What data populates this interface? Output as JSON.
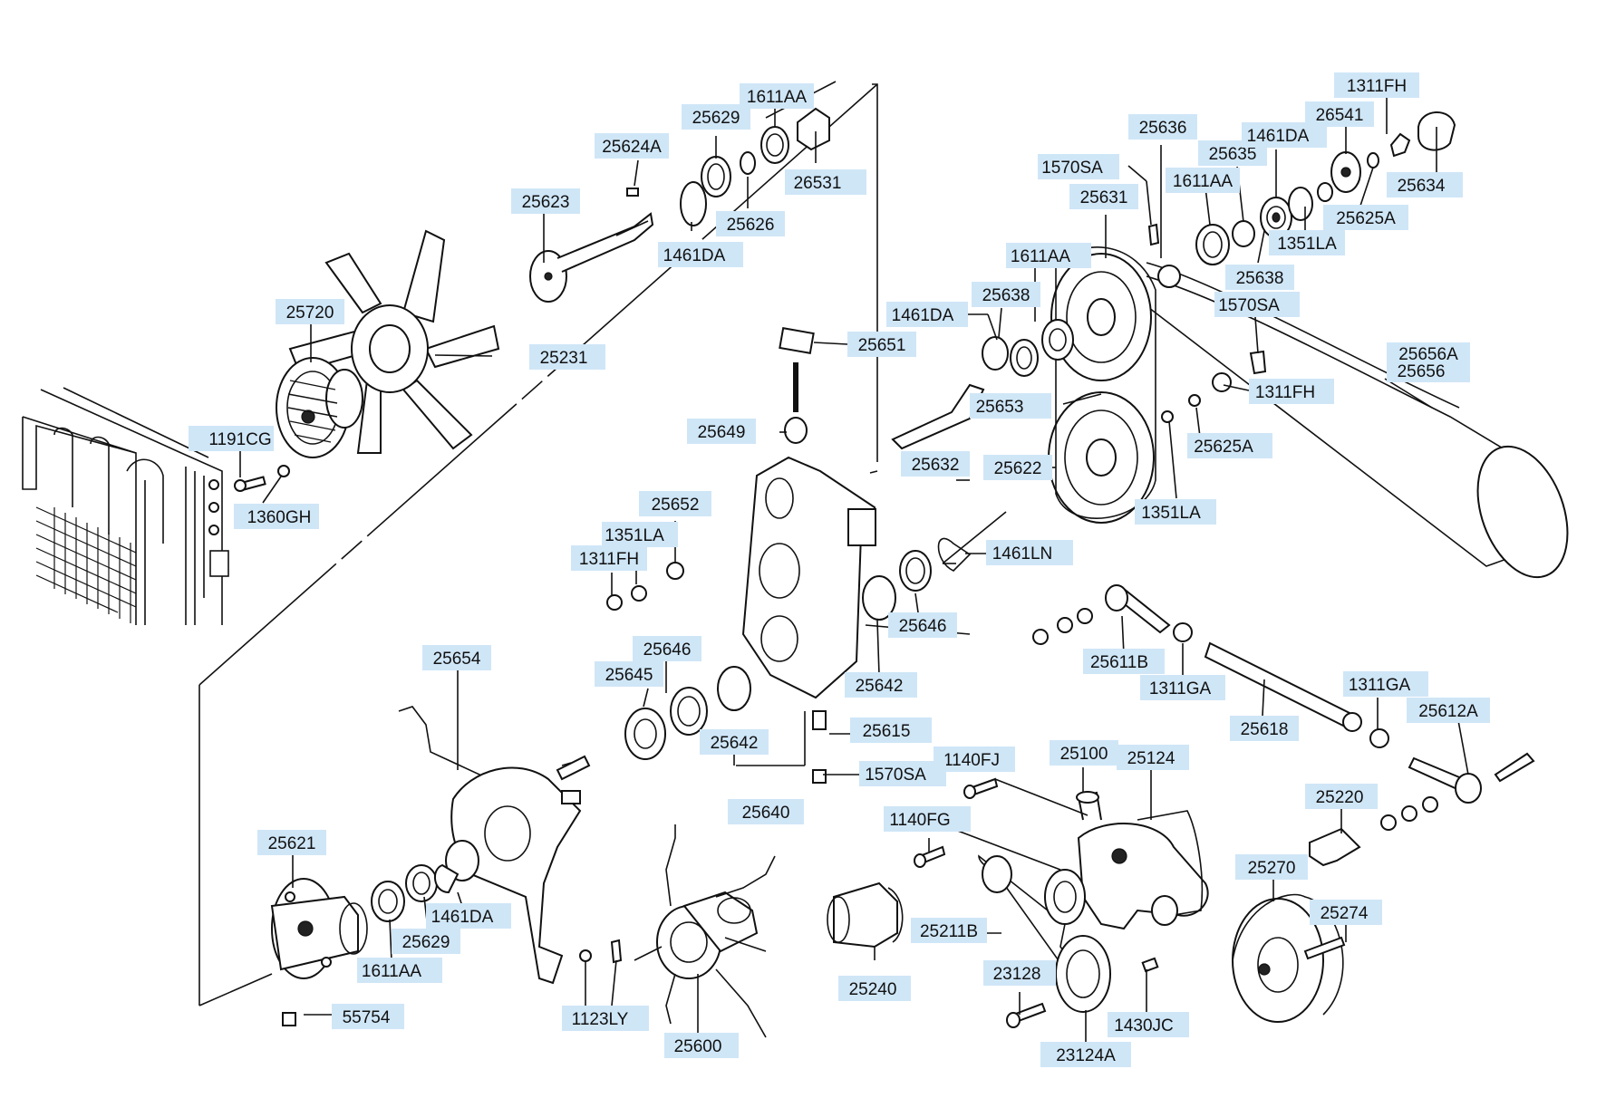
{
  "part_labels": {
    "p25624A": "25624A",
    "p25629a": "25629",
    "p1611AAa": "1611AA",
    "p25623": "25623",
    "p25626": "25626",
    "p26531": "26531",
    "p1461DAa": "1461DA",
    "p25720": "25720",
    "p25231": "25231",
    "p1191CG": "1191CG",
    "p1360GH": "1360GH",
    "p25636": "25636",
    "p1570SAa": "1570SA",
    "p25631": "25631",
    "p25635": "25635",
    "p1611AAb": "1611AA",
    "p1461DAb": "1461DA",
    "p26541": "26541",
    "p1311FHa": "1311FH",
    "p25634": "25634",
    "p25625Aa": "25625A",
    "p1351LAa": "1351LA",
    "p25638a": "25638",
    "p1611AAc": "1611AA",
    "p25638b": "25638",
    "p1461DAc": "1461DA",
    "p1570SAb": "1570SA",
    "p25651": "25651",
    "p25656A": "25656A",
    "p25656": "25656",
    "p25653": "25653",
    "p1311FHb": "1311FH",
    "p25649": "25649",
    "p25632": "25632",
    "p25622": "25622",
    "p25625Ab": "25625A",
    "p1351LAb": "1351LA",
    "p25652": "25652",
    "p1351LAc": "1351LA",
    "p1311FHc": "1311FH",
    "p1461LN": "1461LN",
    "p25646a": "25646",
    "p25654": "25654",
    "p25646b": "25646",
    "p25645": "25645",
    "p25642a": "25642",
    "p25611B": "25611B",
    "p1311GAa": "1311GA",
    "p25642b": "25642",
    "p25615": "25615",
    "p25618": "25618",
    "p1311GAb": "1311GA",
    "p25612A": "25612A",
    "p1140FJ": "1140FJ",
    "p25100": "25100",
    "p25124": "25124",
    "p1570SAc": "1570SA",
    "p25640": "25640",
    "p25220": "25220",
    "p1140FG": "1140FG",
    "p25621": "25621",
    "p25270": "25270",
    "p25211B": "25211B",
    "p25274": "25274",
    "p1461DAd": "1461DA",
    "p25629b": "25629",
    "p1611AAd": "1611AA",
    "p25240": "25240",
    "p23128": "23128",
    "p1430JC": "1430JC",
    "p55754": "55754",
    "p1123LY": "1123LY",
    "p25600": "25600",
    "p23124A": "23124A"
  }
}
